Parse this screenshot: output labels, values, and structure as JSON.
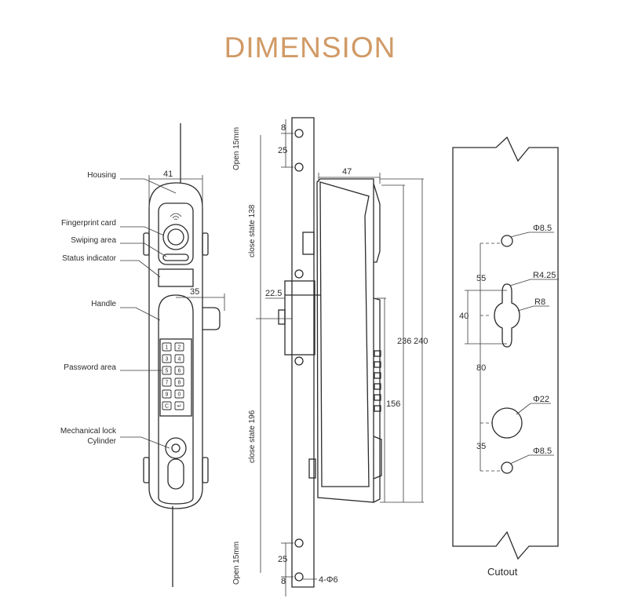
{
  "title": "DIMENSION",
  "callouts": {
    "housing": "Housing",
    "fingerprint_card": "Fingerprint card",
    "swiping_area": "Swiping area",
    "status_indicator": "Status indicator",
    "handle": "Handle",
    "password_area": "Password area",
    "mech_lock_1": "Mechanical lock",
    "mech_lock_2": "Cylinder"
  },
  "front_dims": {
    "width_41": "41",
    "handle_35": "35"
  },
  "side_dims": {
    "top_8": "8",
    "top_25": "25",
    "open_top": "Open 15mm",
    "close_138": "close state 138",
    "d_22_5": "22.5",
    "close_196": "close state 196",
    "bottom_25": "25",
    "bottom_8": "8",
    "open_bottom": "Open 15mm",
    "holes": "4-Φ6",
    "depth_47": "47",
    "h_236": "236",
    "h_240": "240",
    "h_156": "156"
  },
  "cutout": {
    "phi_8_5_top": "Φ8.5",
    "r_4_25": "R4.25",
    "r_8": "R8",
    "d_55": "55",
    "d_40": "40",
    "d_80": "80",
    "phi_22": "Φ22",
    "d_35": "35",
    "phi_8_5_bottom": "Φ8.5",
    "caption": "Cutout"
  },
  "keypad": [
    [
      "1",
      "2"
    ],
    [
      "3",
      "4"
    ],
    [
      "5",
      "6"
    ],
    [
      "7",
      "8"
    ],
    [
      "9",
      "0"
    ],
    [
      "C",
      "↵"
    ]
  ],
  "colors": {
    "title": "#d19a66",
    "line": "#2b2b2b"
  }
}
